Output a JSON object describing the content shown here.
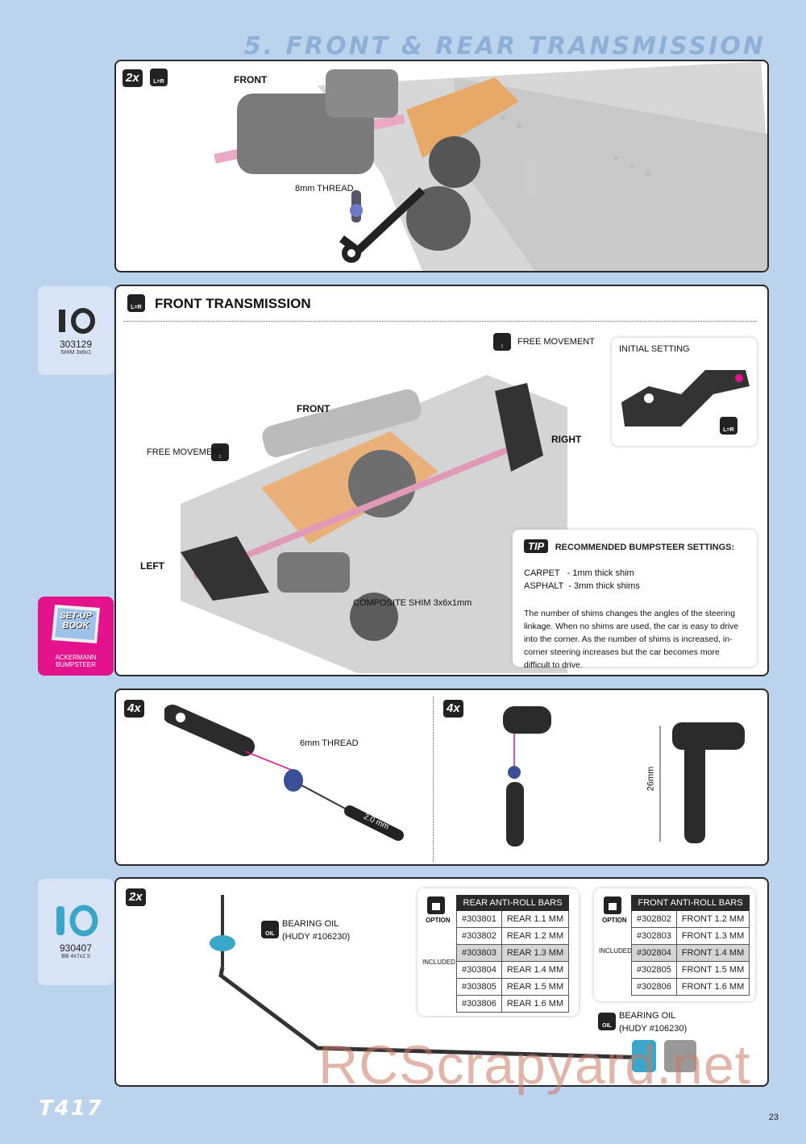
{
  "header": {
    "title": "5. FRONT & REAR TRANSMISSION"
  },
  "step1": {
    "qty": "2x",
    "label_front": "FRONT",
    "label_thread": "8mm THREAD"
  },
  "step2": {
    "heading": "FRONT TRANSMISSION",
    "label_front": "FRONT",
    "label_right": "RIGHT",
    "label_left": "LEFT",
    "free_movement_top": "FREE MOVEMENT",
    "free_movement_left": "FREE MOVEMENT",
    "composite_shim": "COMPOSITE SHIM 3x6x1mm",
    "initial_setting": "INITIAL SETTING",
    "tip": {
      "tag": "TIP",
      "title": "RECOMMENDED BUMPSTEER SETTINGS:",
      "line1": "CARPET   - 1mm thick shim",
      "line2": "ASPHALT  - 3mm thick shims",
      "body": "The number of shims changes the angles of the steering linkage. When no shims are used, the car is easy to drive into the corner. As the number of shims is increased, in-corner steering increases but the car becomes more difficult to drive."
    }
  },
  "side_part1": {
    "number": "303129",
    "desc": "SHIM 3x6x1"
  },
  "setup_book": {
    "badge": "SET-UP BOOK",
    "line1": "ACKERMANN",
    "line2": "BUMPSTEER"
  },
  "step3": {
    "qty_left": "4x",
    "qty_right": "4x",
    "thread": "6mm THREAD",
    "tool": "2.0 mm",
    "dim": "26mm"
  },
  "side_part2": {
    "number": "930407",
    "desc": "BB 4x7x2.5"
  },
  "step4": {
    "qty": "2x",
    "oil1_line1": "BEARING OIL",
    "oil1_line2": "(HUDY #106230)",
    "oil2_line1": "BEARING OIL",
    "oil2_line2": "(HUDY #106230)",
    "option_label": "OPTION",
    "included_label": "INCLUDED",
    "rear_table": {
      "title": "REAR ANTI-ROLL BARS",
      "rows": [
        [
          "#303801",
          "REAR 1.1 MM"
        ],
        [
          "#303802",
          "REAR 1.2 MM"
        ],
        [
          "#303803",
          "REAR 1.3 MM"
        ],
        [
          "#303804",
          "REAR 1.4 MM"
        ],
        [
          "#303805",
          "REAR 1.5 MM"
        ],
        [
          "#303806",
          "REAR 1.6 MM"
        ]
      ]
    },
    "front_table": {
      "title": "FRONT ANTI-ROLL BARS",
      "rows": [
        [
          "#302802",
          "FRONT 1.2 MM"
        ],
        [
          "#302803",
          "FRONT 1.3 MM"
        ],
        [
          "#302804",
          "FRONT 1.4 MM"
        ],
        [
          "#302805",
          "FRONT 1.5 MM"
        ],
        [
          "#302806",
          "FRONT 1.6 MM"
        ]
      ]
    }
  },
  "footer": {
    "logo": "T417",
    "page": "23",
    "watermark": "RCScrapyard.net"
  }
}
